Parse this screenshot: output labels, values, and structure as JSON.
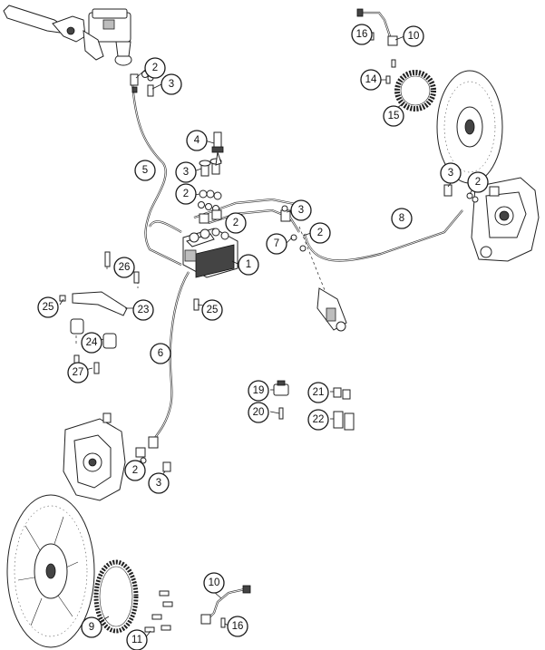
{
  "diagram": {
    "callouts": [
      {
        "id": "c1",
        "label": "1"
      },
      {
        "id": "c2a",
        "label": "2"
      },
      {
        "id": "c2b",
        "label": "2"
      },
      {
        "id": "c2c",
        "label": "2"
      },
      {
        "id": "c2d",
        "label": "2"
      },
      {
        "id": "c2e",
        "label": "2"
      },
      {
        "id": "c2f",
        "label": "2"
      },
      {
        "id": "c3a",
        "label": "3"
      },
      {
        "id": "c3b",
        "label": "3"
      },
      {
        "id": "c3c",
        "label": "3"
      },
      {
        "id": "c3d",
        "label": "3"
      },
      {
        "id": "c3e",
        "label": "3"
      },
      {
        "id": "c4",
        "label": "4"
      },
      {
        "id": "c5",
        "label": "5"
      },
      {
        "id": "c6",
        "label": "6"
      },
      {
        "id": "c7",
        "label": "7"
      },
      {
        "id": "c8",
        "label": "8"
      },
      {
        "id": "c9",
        "label": "9"
      },
      {
        "id": "c10a",
        "label": "10"
      },
      {
        "id": "c10b",
        "label": "10"
      },
      {
        "id": "c11",
        "label": "11"
      },
      {
        "id": "c14",
        "label": "14"
      },
      {
        "id": "c15",
        "label": "15"
      },
      {
        "id": "c16a",
        "label": "16"
      },
      {
        "id": "c16b",
        "label": "16"
      },
      {
        "id": "c19",
        "label": "19"
      },
      {
        "id": "c20",
        "label": "20"
      },
      {
        "id": "c21",
        "label": "21"
      },
      {
        "id": "c22",
        "label": "22"
      },
      {
        "id": "c23",
        "label": "23"
      },
      {
        "id": "c24",
        "label": "24"
      },
      {
        "id": "c25a",
        "label": "25"
      },
      {
        "id": "c25b",
        "label": "25"
      },
      {
        "id": "c26",
        "label": "26"
      },
      {
        "id": "c27",
        "label": "27"
      }
    ]
  }
}
